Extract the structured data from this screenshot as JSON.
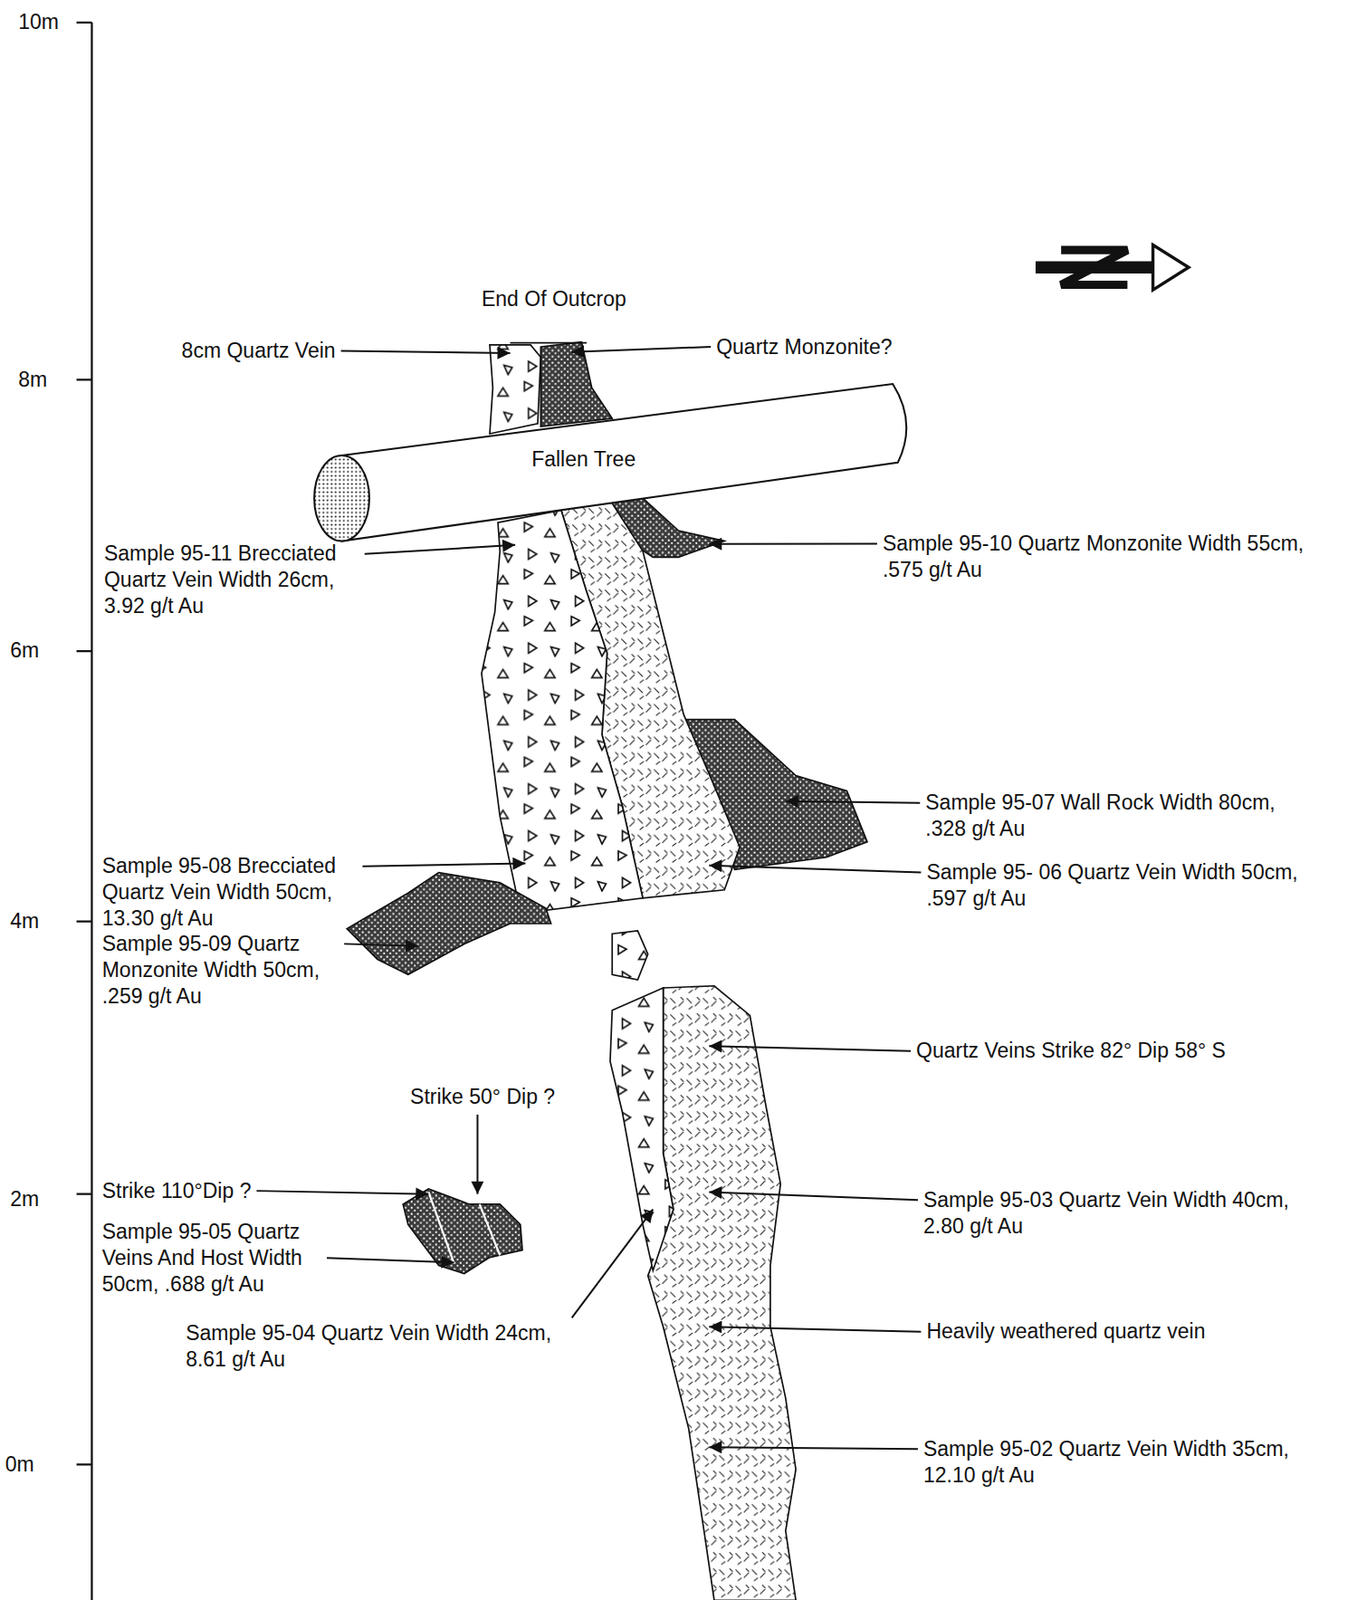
{
  "diagram": {
    "nodes": [
      {
        "text": [
          "Fallen Tree"
        ]
      }
    ],
    "labels": [
      "End Of Outcrop",
      "8cm Quartz Vein",
      "Quartz Monzonite?",
      "Sample 95-11 Brecciated Quartz Vein Width 26cm, 3.92 g/t Au",
      "Sample 95-10 Quartz Monzonite Width 55cm, .575 g/t Au",
      "Sample 95-07 Wall Rock Width 80cm, .328 g/t Au",
      "Sample 95- 06 Quartz Vein Width 50cm, .597 g/t Au",
      "Sample 95-08 Brecciated Quartz Vein Width 50cm, 13.30 g/t Au",
      "Sample 95-09 Quartz Monzonite Width 50cm, .259 g/t Au",
      "Quartz Veins Strike 82° Dip 58° S",
      "Strike 50° Dip ?",
      "Strike 110°Dip ?",
      "Sample 95-05 Quartz Veins And Host Width 50cm, .688 g/t Au",
      "Sample 95-04 Quartz Vein Width 24cm, 8.61 g/t Au",
      "Sample 95-03 Quartz Vein Width 40cm, 2.80 g/t Au",
      "Heavily weathered quartz vein",
      "Sample 95-02 Quartz Vein Width 35cm, 12.10 g/t Au",
      "10m",
      "8m",
      "6m",
      "4m",
      "2m",
      "0m"
    ]
  }
}
